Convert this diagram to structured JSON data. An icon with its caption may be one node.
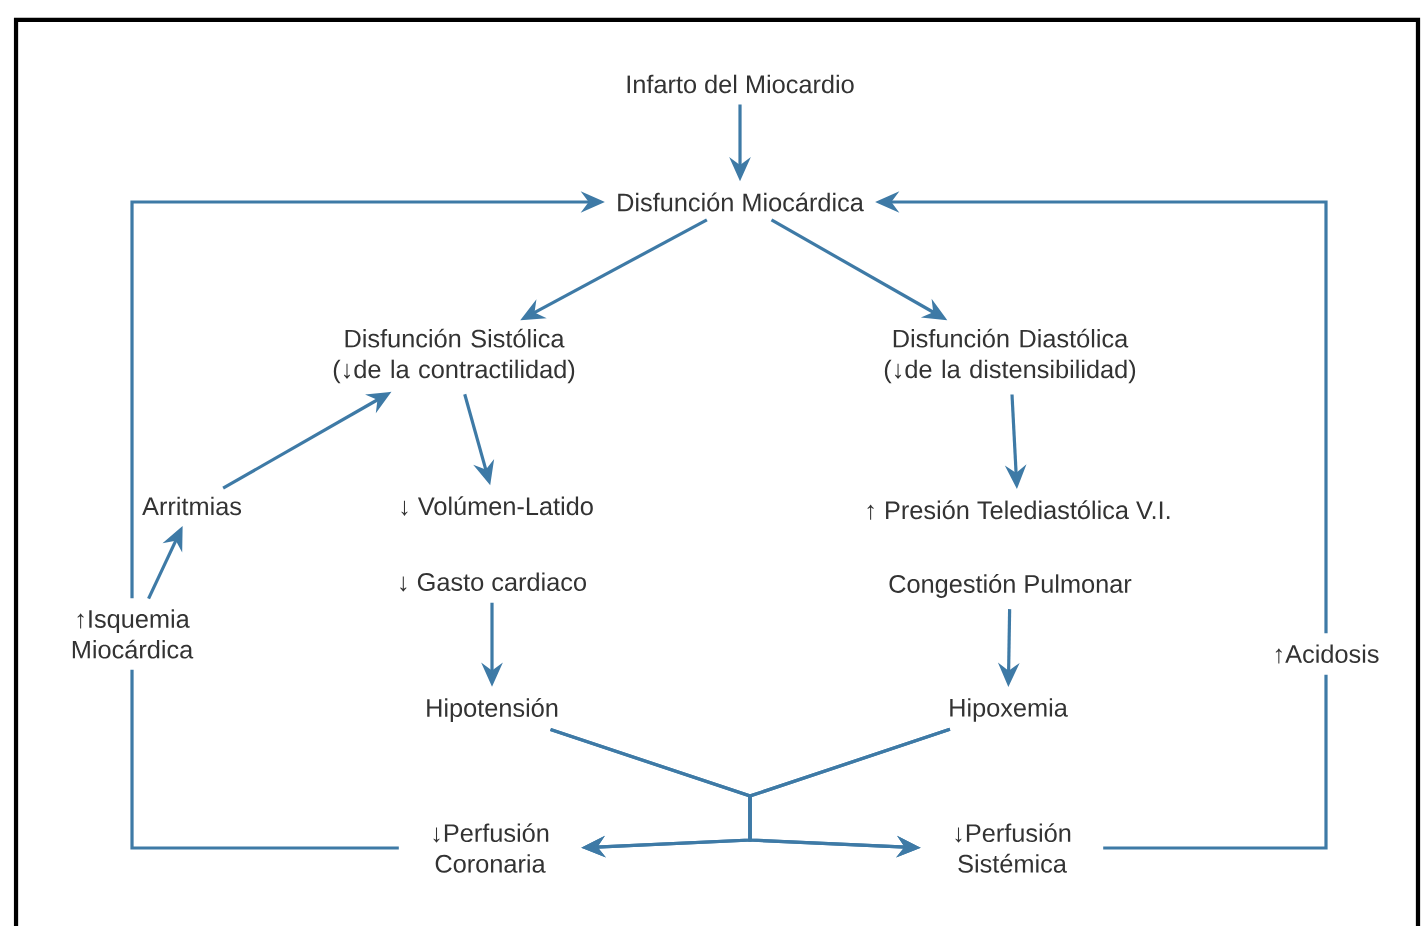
{
  "diagram": {
    "nodes": [
      {
        "text": [
          "Infarto del Miocardio"
        ]
      },
      {
        "text": [
          "Disfunción Miocárdica"
        ]
      },
      {
        "text": [
          "Disfunción Sistólica (↓de la contractilidad)"
        ]
      },
      {
        "text": [
          "Disfunción Diastólica (↓de la distensibilidad)"
        ]
      },
      {
        "text": [
          "Arritmias"
        ]
      },
      {
        "text": [
          "↓ Volúmen-Latido"
        ]
      },
      {
        "text": [
          "↑ Presión Telediastólica V.I."
        ]
      },
      {
        "text": [
          "↓ Gasto cardiaco"
        ]
      },
      {
        "text": [
          "Congestión Pulmonar"
        ]
      },
      {
        "text": [
          "↑Isquemia Miocárdica"
        ]
      },
      {
        "text": [
          "Hipotensión"
        ]
      },
      {
        "text": [
          "Hipoxemia"
        ]
      },
      {
        "text": [
          "↓Perfusión Coronaria"
        ]
      },
      {
        "text": [
          "↑Acidosis"
        ]
      },
      {
        "text": [
          "↓Perfusión Sistémica"
        ]
      }
    ],
    "edges": [
      {
        "from": 0,
        "to": 1,
        "arrow": "to"
      },
      {
        "from": 1,
        "to": 2,
        "arrow": "to"
      },
      {
        "from": 1,
        "to": 3,
        "arrow": "to"
      },
      {
        "from": 2,
        "to": 5,
        "arrow": "to"
      },
      {
        "from": 3,
        "to": 6,
        "arrow": "to"
      },
      {
        "from": 9,
        "to": 4,
        "arrow": "to"
      },
      {
        "from": 4,
        "to": 2,
        "arrow": "to"
      },
      {
        "from": 7,
        "to": 10,
        "arrow": "to"
      },
      {
        "from": 8,
        "to": 11,
        "arrow": "to"
      },
      {
        "from": 10,
        "to": 12,
        "arrow": "to"
      },
      {
        "from": 10,
        "to": 14,
        "arrow": "to"
      },
      {
        "from": 11,
        "to": 12,
        "arrow": "to"
      },
      {
        "from": 11,
        "to": 14,
        "arrow": "to"
      },
      {
        "from": 12,
        "to": 9,
        "arrow": "none"
      },
      {
        "from": 9,
        "to": 1,
        "arrow": "to"
      },
      {
        "from": 14,
        "to": 13,
        "arrow": "none"
      },
      {
        "from": 13,
        "to": 1,
        "arrow": "to"
      }
    ]
  }
}
